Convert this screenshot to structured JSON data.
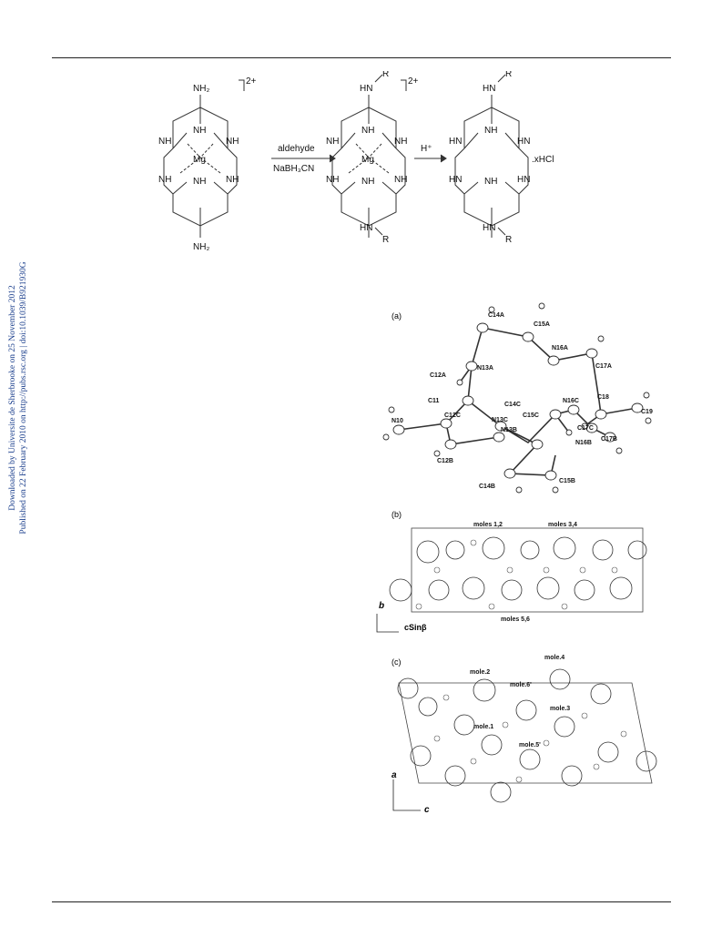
{
  "sidebar": {
    "line1": "Downloaded by Universite de Sherbrooke on 25 November 2012",
    "line2": "Published on 22 February 2010 on http://pubs.rsc.org | doi:10.1039/B921930G"
  },
  "scheme": {
    "mol1": {
      "top": "NH₂",
      "bottom": "NH₂",
      "charge": "2+",
      "metal": "Mg",
      "nh": "NH"
    },
    "arrow1": {
      "top": "aldehyde",
      "bottom": "NaBH₃CN"
    },
    "mol2": {
      "top_n": "HN",
      "r": "R",
      "charge": "2+",
      "metal": "Mg",
      "nh": "NH"
    },
    "arrow2": {
      "top": "H⁺"
    },
    "mol3": {
      "top_n": "HN",
      "r": "R",
      "nh": "NH",
      "hn": "HN",
      "salt": ".xHCl"
    }
  },
  "figure": {
    "panel_a": {
      "label": "(a)",
      "atoms": [
        "C14A",
        "C15A",
        "N16A",
        "C17A",
        "C12A",
        "N13A",
        "C11",
        "N10",
        "C14C",
        "N16C",
        "C18",
        "C19",
        "C12C",
        "C15C",
        "N13C",
        "C17C",
        "N13B",
        "N16B",
        "C17B",
        "C12B",
        "C15B",
        "C14B"
      ]
    },
    "panel_b": {
      "label": "(b)",
      "annotations": [
        "moles 1,2",
        "moles 3,4",
        "moles 5,6"
      ],
      "axis_y": "b",
      "axis_x": "cSinβ"
    },
    "panel_c": {
      "label": "(c)",
      "annotations": [
        "mole.4",
        "mole.2",
        "mole.6'",
        "mole.3",
        "mole.1",
        "mole.5'"
      ],
      "axis_y": "a",
      "axis_x": "c"
    }
  }
}
